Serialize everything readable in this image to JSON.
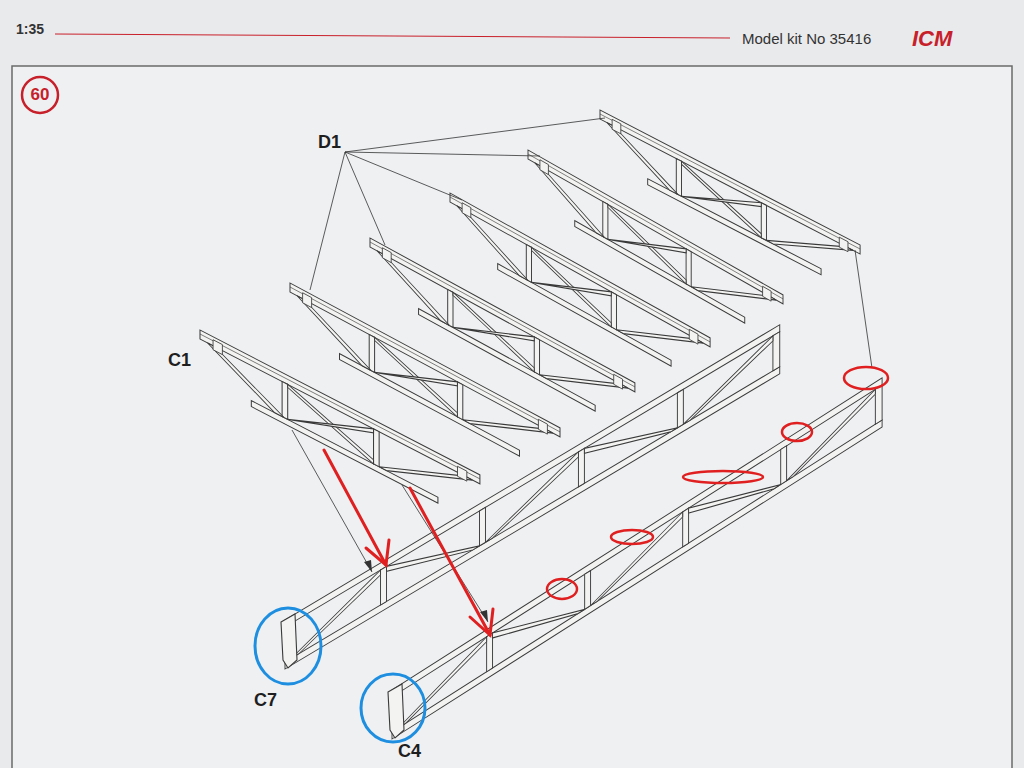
{
  "diagram": {
    "nodes": [
      {
        "text": [
          "60"
        ]
      }
    ],
    "labels": [
      "1:35",
      "Model kit No 35416",
      "ICM",
      "D1",
      "C1",
      "C7",
      "C4"
    ]
  }
}
